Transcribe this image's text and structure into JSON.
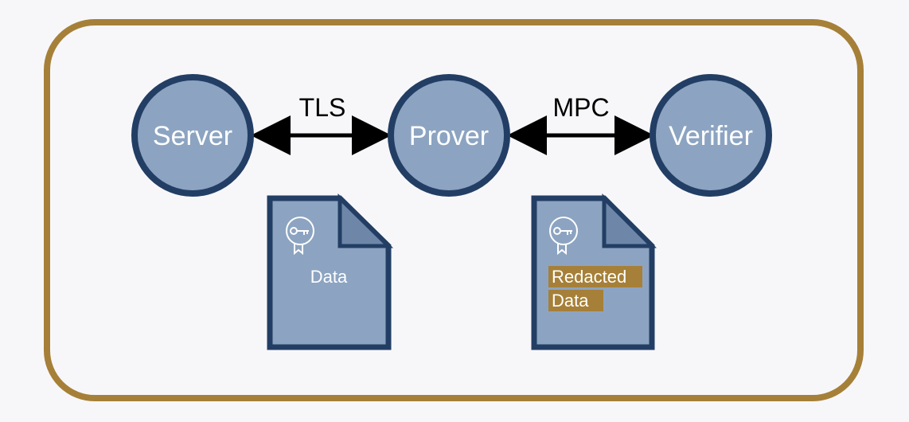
{
  "diagram": {
    "nodes": {
      "server": "Server",
      "prover": "Prover",
      "verifier": "Verifier"
    },
    "edges": {
      "tls": "TLS",
      "mpc": "MPC"
    },
    "documents": {
      "data": "Data",
      "redacted_line1": "Redacted",
      "redacted_line2": "Data"
    }
  },
  "colors": {
    "frame": "#a68038",
    "node_fill": "#8ca4c1",
    "node_stroke": "#233e64",
    "arrow": "#000000",
    "redaction_highlight": "#a68038",
    "background": "#f7f7fa"
  },
  "icons": [
    "certificate-key-icon"
  ]
}
